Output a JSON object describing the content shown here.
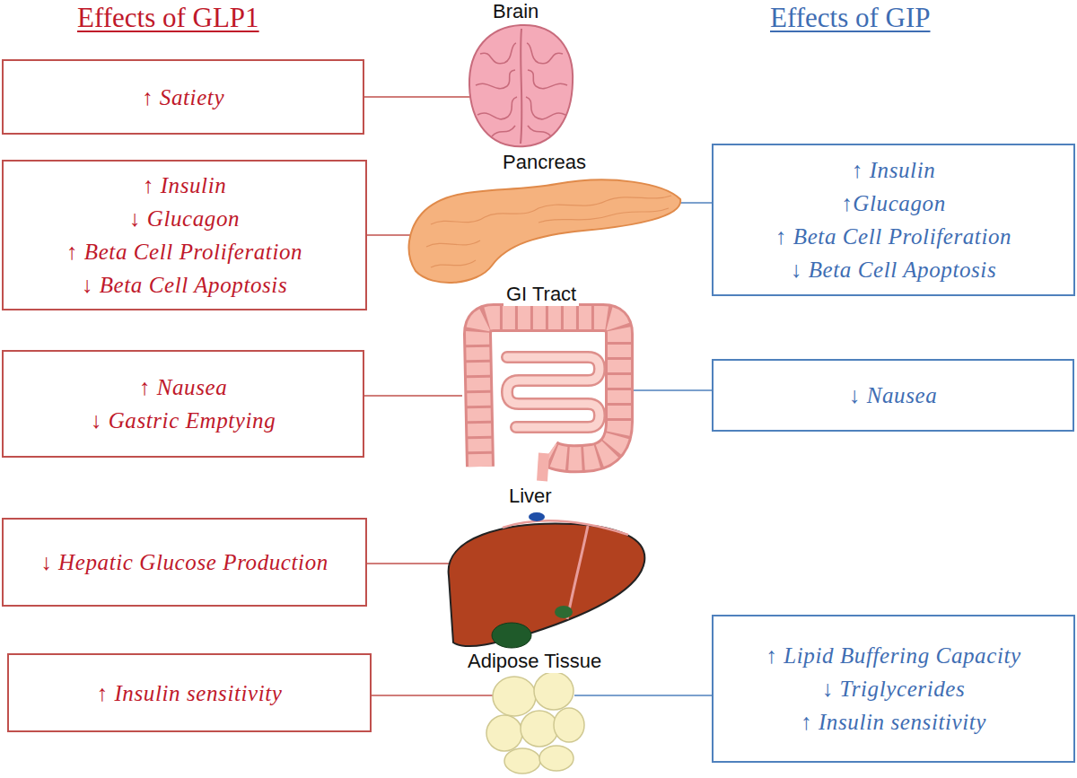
{
  "diagram": {
    "nodes": [
      {
        "text": [
          "↑ Satiety"
        ]
      },
      {
        "text": [
          "↑ Insulin",
          "↓ Glucagon",
          "↑ Beta Cell Proliferation",
          "↓ Beta Cell Apoptosis"
        ]
      },
      {
        "text": [
          "↑ Nausea",
          "↓ Gastric Emptying"
        ]
      },
      {
        "text": [
          "↓ Hepatic Glucose Production"
        ]
      },
      {
        "text": [
          "↑ Insulin sensitivity"
        ]
      },
      {
        "text": [
          "↑ Insulin",
          "↑Glucagon",
          "↑ Beta Cell Proliferation",
          "↓ Beta Cell Apoptosis"
        ]
      },
      {
        "text": [
          "↓ Nausea"
        ]
      },
      {
        "text": [
          "↑ Lipid Buffering Capacity",
          "↓ Triglycerides",
          "↑ Insulin sensitivity"
        ]
      }
    ],
    "labels": [
      "Effects of GLP1",
      "Effects of GIP",
      "Brain",
      "Pancreas",
      "GI Tract",
      "Liver",
      "Adipose Tissue"
    ]
  }
}
